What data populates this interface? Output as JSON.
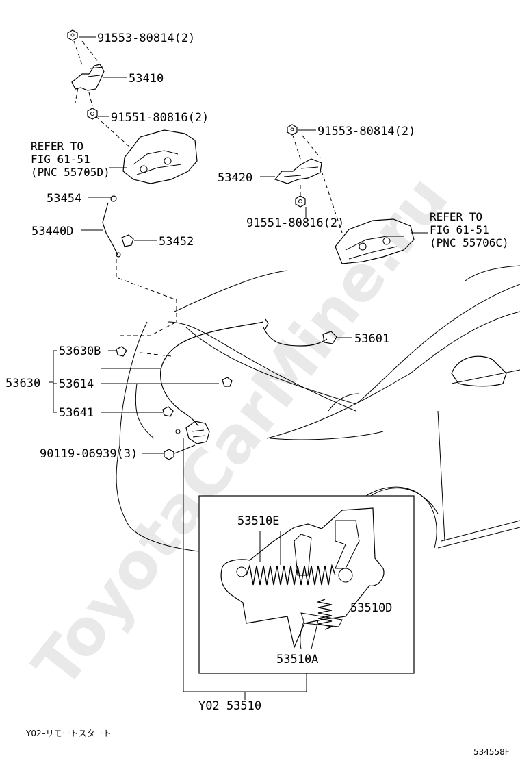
{
  "diagram": {
    "watermark": "ToyotaCarMine.ru",
    "callouts": {
      "bolt_top_left": "91553-80814(2)",
      "hinge_left": "53410",
      "nut_left": "91551-80816(2)",
      "refer_left": [
        "REFER TO",
        "FIG 61-51",
        "(PNC 55705D)"
      ],
      "rod_hold_tip": "53454",
      "support_rod": "53440D",
      "rod_holder": "53452",
      "bolt_top_right": "91553-80814(2)",
      "hinge_right": "53420",
      "nut_right": "91551-80816(2)",
      "refer_right": [
        "REFER TO",
        "FIG 61-51",
        "(PNC 55706C)"
      ],
      "cable_clamp": "53601",
      "assembly": "53630",
      "sub_53630b": "53630B",
      "sub_53614": "53614",
      "sub_53641": "53641",
      "bolt_lock": "90119-06939(3)",
      "inset_53510e": "53510E",
      "inset_53510d": "53510D",
      "inset_53510a": "53510A",
      "lock_assy": "Y02 53510"
    },
    "footnote": "Y02–リモートスタート",
    "figure_number": "534558F"
  }
}
